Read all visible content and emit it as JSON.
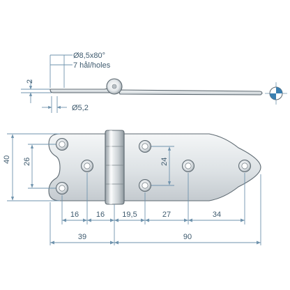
{
  "colors": {
    "dimension_line": "#6f93ad",
    "dimension_text": "#3e5a6e",
    "plate_fill_light": "#eef0f2",
    "plate_fill_dark": "#c4cacf",
    "outline": "#5c6870",
    "symbol_accent": "#3a7fb0"
  },
  "side_view": {
    "hole_spec": "Ø8,5x80°",
    "hole_count": "7 hål/holes",
    "thickness": "2",
    "pin_diameter": "Ø5,2"
  },
  "plan_view": {
    "height_total": "40",
    "hole_spacing_left": "26",
    "hole_spacing_right": "24",
    "x_dims": [
      "16",
      "16",
      "19,5",
      "27",
      "34"
    ],
    "len_left": "39",
    "len_right": "90"
  },
  "projection_symbol": "first-angle-icon"
}
